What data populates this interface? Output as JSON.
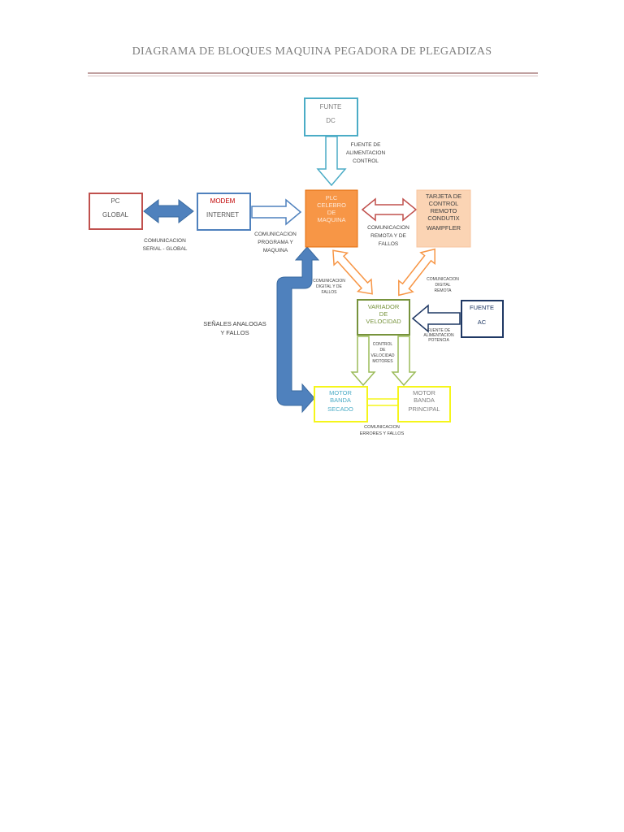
{
  "header": {
    "title": "DIAGRAMA DE BLOQUES MAQUINA PEGADORA DE PLEGADIZAS"
  },
  "blocks": {
    "funte_dc": {
      "line1": "FUNTE",
      "line2": "DC",
      "color": "#4bacc6"
    },
    "pc_global": {
      "line1": "PC",
      "line2": "GLOBAL",
      "color": "#c0504d"
    },
    "modem": {
      "line1": "MODEM",
      "line2": "INTERNET",
      "border_color": "#4f81bd",
      "text_color": "#c00000"
    },
    "plc": {
      "line1": "PLC",
      "line2": "CELEBRO",
      "line3": "DE",
      "line4": "MAQUINA",
      "fill": "#f79646"
    },
    "tarjeta": {
      "line1": "TARJETA DE",
      "line2": "CONTROL",
      "line3": "REMOTO",
      "line4": "CONDUTIX",
      "line5": "WAMPFLER",
      "fill": "#fbd4b4"
    },
    "variador": {
      "line1": "VARIADOR",
      "line2": "DE",
      "line3": "VELOCIDAD",
      "color": "#77933c"
    },
    "fuente_ac": {
      "line1": "FUENTE",
      "line2": "AC",
      "color": "#1f3864"
    },
    "motor_secado": {
      "line1": "MOTOR",
      "line2": "BANDA",
      "line3": "SECADO",
      "border_color": "#f5f51a",
      "text_color": "#4bacc6"
    },
    "motor_principal": {
      "line1": "MOTOR",
      "line2": "BANDA",
      "line3": "PRINCIPAL",
      "border_color": "#f5f51a",
      "text_color": "#7f7f7f"
    }
  },
  "labels": {
    "fuente_alimentacion": {
      "line1": "FUENTE DE",
      "line2": "ALIMENTACION",
      "line3": "CONTROL"
    },
    "com_serial": {
      "line1": "COMUNICACION",
      "line2": "SERIAL - GLOBAL"
    },
    "com_programa": {
      "line1": "COMUNICACION",
      "line2": "PROGRAMA Y",
      "line3": "MAQUINA"
    },
    "com_remota": {
      "line1": "COMUNICACION",
      "line2": "REMOTA Y DE",
      "line3": "FALLOS"
    },
    "com_digital_fallos": {
      "line1": "COMUNICACION",
      "line2": "DIGITAL Y DE",
      "line3": "FALLOS"
    },
    "com_digital_remota": {
      "line1": "COMUNICACION",
      "line2": "DIGITAL",
      "line3": "REMOTA"
    },
    "senales": {
      "line1": "SEÑALES ANALOGAS",
      "line2": "Y FALLOS"
    },
    "fuente_potencia": {
      "line1": "FUENTE DE",
      "line2": "ALIMENTACION",
      "line3": "POTENCIA"
    },
    "control_velocidad": {
      "line1": "CONTROL",
      "line2": "DE",
      "line3": "VELOCIDAD",
      "line4": "MOTORES"
    },
    "com_errores": {
      "line1": "COMUNICACION",
      "line2": "ERRORES Y FALLOS"
    }
  },
  "colors": {
    "arrow_blue": "#4f81bd",
    "arrow_red": "#c0504d",
    "arrow_orange": "#f79646",
    "arrow_green": "#9bbb59",
    "arrow_navy": "#1f3864",
    "arrow_teal": "#4bacc6",
    "link_yellow": "#f5f51a",
    "label_text": "#404040"
  }
}
